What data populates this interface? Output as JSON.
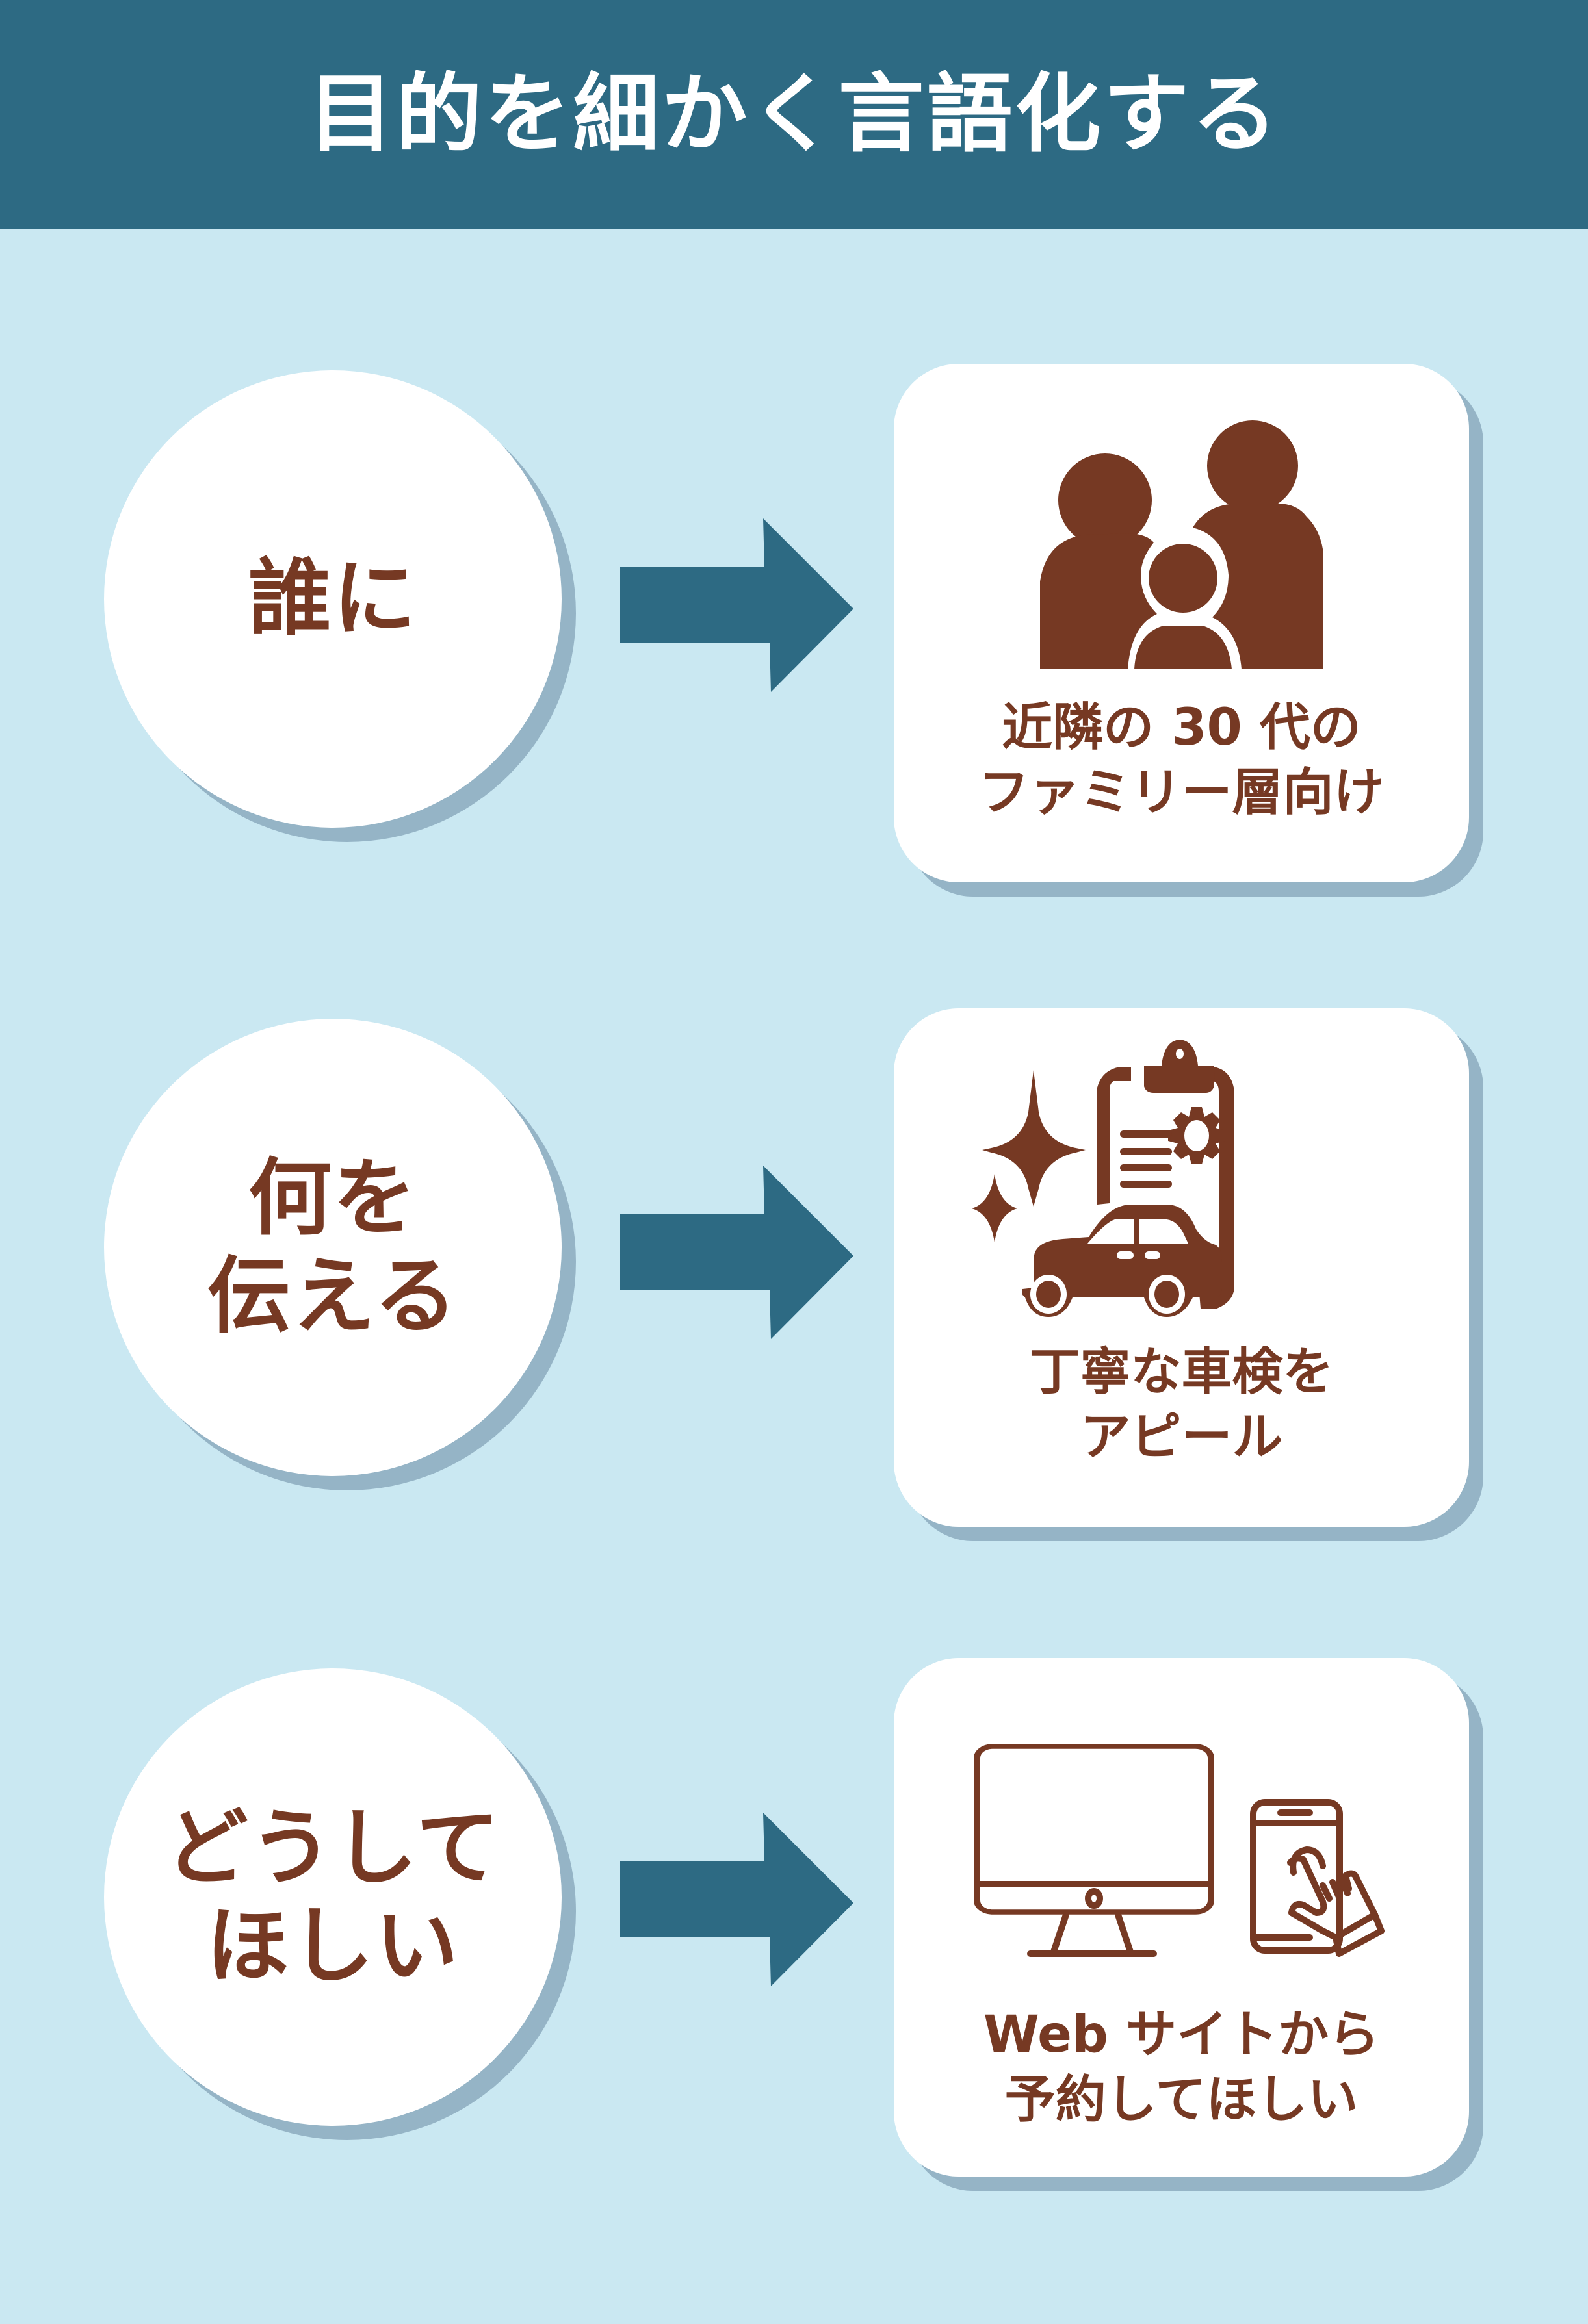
{
  "header": {
    "title": "目的を細かく言語化する"
  },
  "colors": {
    "header_bg": "#2d6a83",
    "page_bg": "#cae8f2",
    "shadow": "#95b4c6",
    "text_brown": "#763923",
    "arrow": "#2d6a83",
    "card_bg": "#ffffff"
  },
  "rows": [
    {
      "question_lines": [
        "誰に"
      ],
      "answer_lines": [
        "近隣の 30 代の",
        "ファミリー層向け"
      ],
      "icon": "family-icon"
    },
    {
      "question_lines": [
        "何を",
        "伝える"
      ],
      "answer_lines": [
        "丁寧な車検を",
        "アピール"
      ],
      "icon": "car-inspection-icon"
    },
    {
      "question_lines": [
        "どうして",
        "ほしい"
      ],
      "answer_lines": [
        "Web サイトから",
        "予約してほしい"
      ],
      "icon": "computer-smartphone-icon"
    }
  ]
}
